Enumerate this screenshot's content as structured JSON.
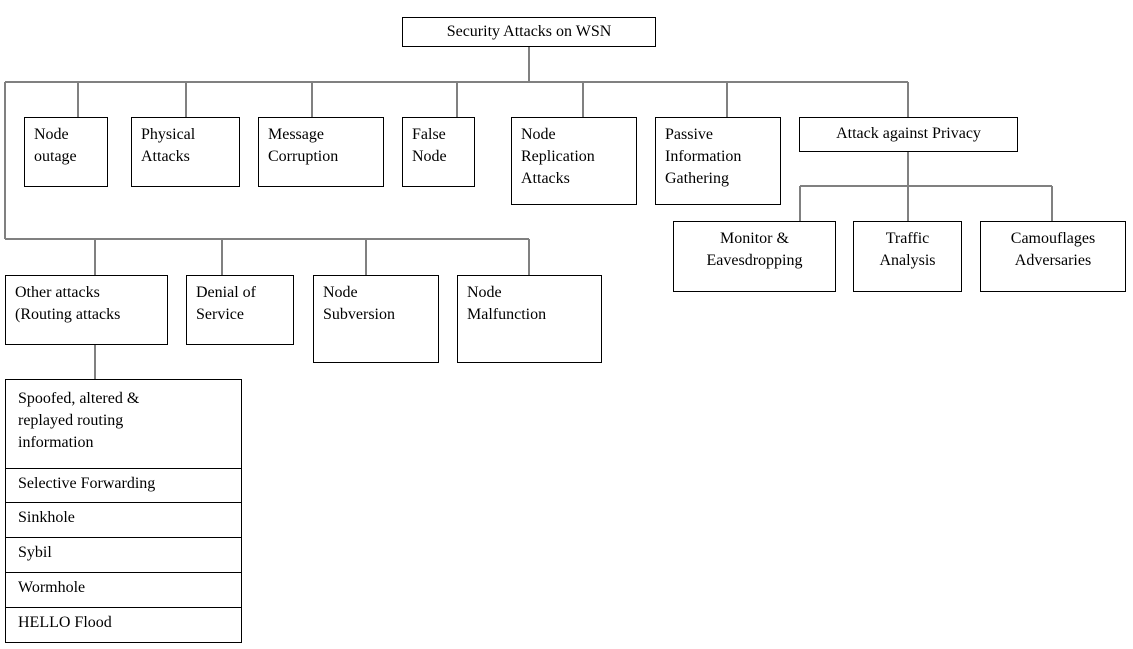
{
  "root": "Security Attacks on WSN",
  "top_branch": [
    "Node\noutage",
    "Physical\nAttacks",
    "Message\nCorruption",
    "False\nNode",
    "Node\nReplication\nAttacks",
    "Passive\nInformation\nGathering",
    "Attack against Privacy"
  ],
  "privacy_children": [
    "Monitor &\nEavesdropping",
    "Traffic\nAnalysis",
    "Camouflages\nAdversaries"
  ],
  "bottom_branch": [
    "Other attacks\n(Routing attacks",
    "Denial of\nService",
    "Node\nSubversion",
    "Node\nMalfunction"
  ],
  "routing_attacks": [
    "Spoofed, altered &\nreplayed routing\ninformation",
    "Selective Forwarding",
    "Sinkhole",
    "Sybil",
    "Wormhole",
    "HELLO Flood"
  ],
  "colors": {
    "connector": "#808080",
    "border": "#000000",
    "text": "#000000",
    "background": "#ffffff"
  }
}
